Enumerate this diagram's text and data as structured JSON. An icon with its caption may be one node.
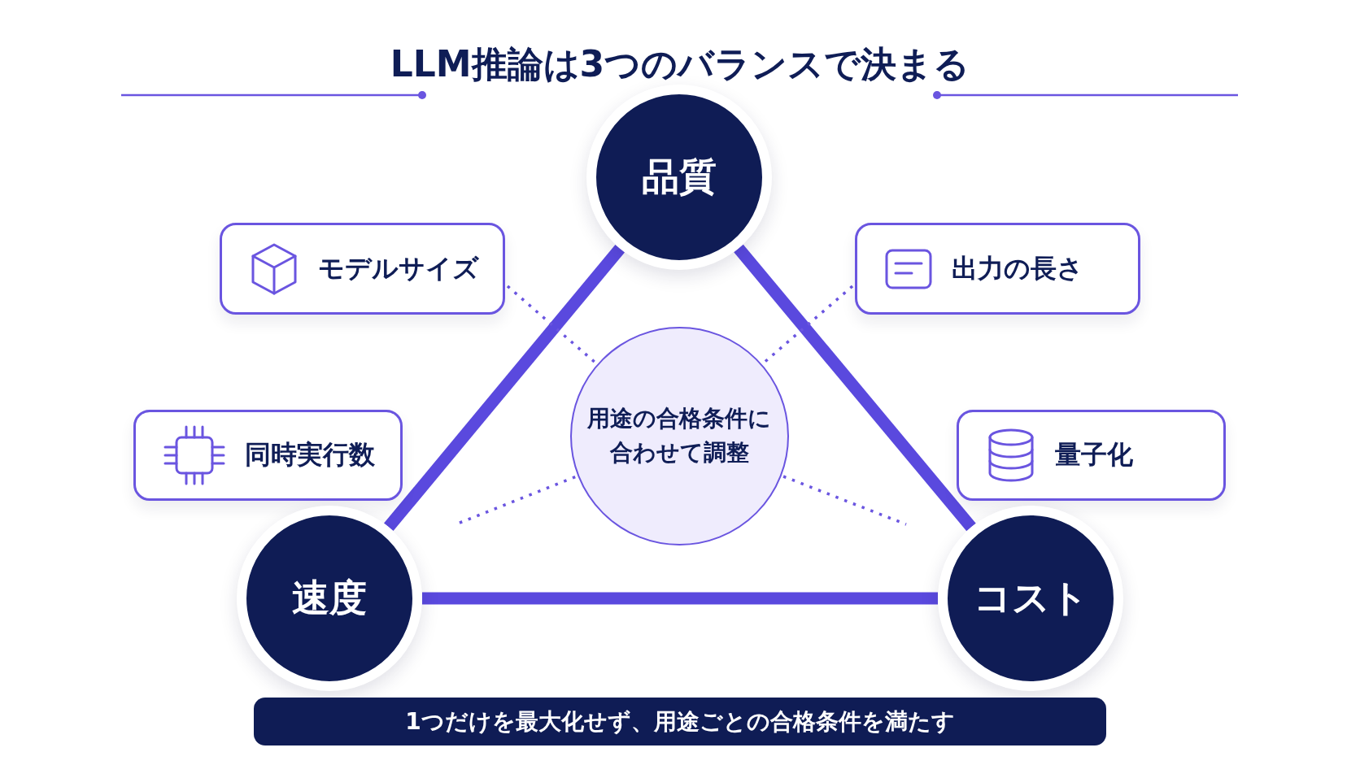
{
  "diagram": {
    "title": "LLM推論は3つのバランスで決まる",
    "nodes": [
      {
        "text": [
          "品質"
        ]
      },
      {
        "text": [
          "モデルサイズ"
        ]
      },
      {
        "text": [
          "出力の長さ"
        ]
      },
      {
        "text": [
          "用途の合格条件に合わせて調整"
        ]
      },
      {
        "text": [
          "同時実行数"
        ]
      },
      {
        "text": [
          "量子化"
        ]
      },
      {
        "text": [
          "速度"
        ]
      },
      {
        "text": [
          "コスト"
        ]
      },
      {
        "text": [
          "1つだけを最大化せず、用途ごとの合格条件を満たす"
        ]
      }
    ],
    "edges": [
      {
        "from": 0,
        "to": 6,
        "arrow": "none",
        "style": "thick"
      },
      {
        "from": 0,
        "to": 7,
        "arrow": "none",
        "style": "thick"
      },
      {
        "from": 6,
        "to": 7,
        "arrow": "none",
        "style": "thick"
      },
      {
        "from": 1,
        "to": 3,
        "arrow": "none",
        "style": "dashed"
      },
      {
        "from": 2,
        "to": 3,
        "arrow": "none",
        "style": "dashed"
      },
      {
        "from": 3,
        "to": null,
        "arrow": "none",
        "style": "dashed"
      },
      {
        "from": 3,
        "to": null,
        "arrow": "none",
        "style": "dashed"
      }
    ]
  }
}
